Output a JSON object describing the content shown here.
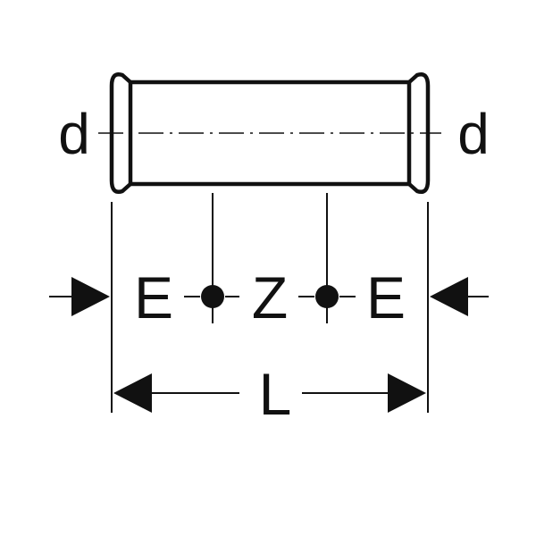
{
  "labels": {
    "diameter_left": "d",
    "diameter_right": "d",
    "insertion_left": "E",
    "center_gap": "Z",
    "insertion_right": "E",
    "overall_length": "L"
  },
  "colors": {
    "ink": "#111111",
    "background": "#ffffff"
  }
}
